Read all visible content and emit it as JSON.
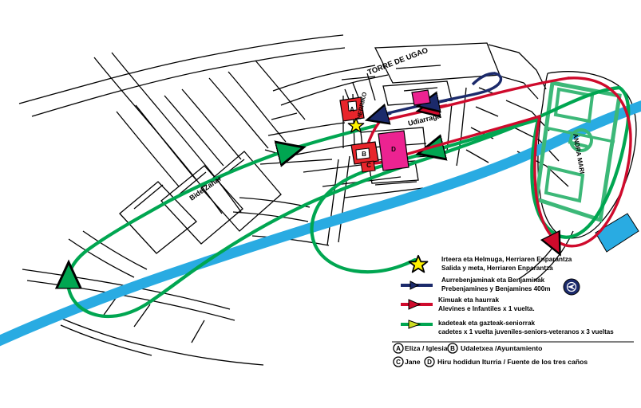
{
  "map": {
    "title_labels": [
      {
        "name": "torre-de-ugao",
        "text": "TORRE DE UGAO"
      },
      {
        "name": "udiarraga",
        "text": "Udiarraga"
      },
      {
        "name": "bide-zahar",
        "text": "Bide Zahar"
      },
      {
        "name": "andra-mari",
        "text": "ANDRA MARI"
      },
      {
        "name": "herriko-plaza",
        "text": "HERRIKO"
      }
    ],
    "building_letters": [
      "A",
      "B",
      "C",
      "D"
    ],
    "colors": {
      "river": "#29ABE2",
      "route_blue": "#1B2A6B",
      "route_red": "#CF0A2C",
      "route_green": "#00A651",
      "building_red": "#E8252B",
      "building_magenta": "#EC2391",
      "pitch_green": "#3CB878",
      "star_yellow": "#FFF200",
      "outline": "#000000",
      "compass_blue": "#1B2A6B",
      "pool_blue": "#29ABE2"
    }
  },
  "legend": {
    "entries": [
      {
        "icon": "star-marker",
        "line_eu": "Irteera eta Helmuga, Herriaren Enparantza",
        "line_es": "Salida y meta, Herriaren Enparantza"
      },
      {
        "icon": "blue-route-line",
        "line_eu": "Aurrebenjaminak eta Benjaminak",
        "line_es": "Prebenjamines y Benjamines   400m"
      },
      {
        "icon": "red-route-line",
        "line_eu": "Kimuak eta haurrak",
        "line_es": "Alevines e Infantiles x 1 vuelta."
      },
      {
        "icon": "green-route-line",
        "line_eu": "kadeteak eta gazteak-seniorrak",
        "line_es": "cadetes x 1 vuelta juveniles-seniors-veteranos x 3 vueltas"
      }
    ],
    "compass_icon": "compass-icon",
    "pois": [
      {
        "letter": "A",
        "text": "Eliza / Iglesia"
      },
      {
        "letter": "B",
        "text": "Udaletxea /Ayuntamiento"
      },
      {
        "letter": "C",
        "text": "Jane"
      },
      {
        "letter": "D",
        "text": "Hiru hodidun Iturria / Fuente de los tres caños"
      }
    ]
  }
}
